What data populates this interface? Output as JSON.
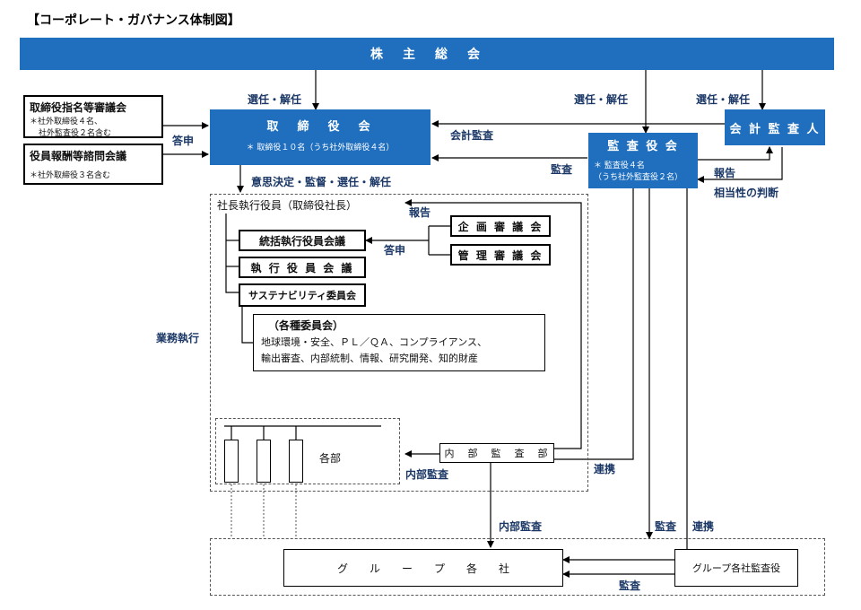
{
  "title": "【コーポレート・ガバナンス体制図】",
  "boxes": {
    "shareholders": "株　主　総　会",
    "nominating": "取締役指名等審議会",
    "nominating_note1": "＊社外取締役４名、",
    "nominating_note2": "社外監査役２名含む",
    "compensation": "役員報酬等諮問会議",
    "compensation_note": "＊社外取締役３名含む",
    "board": "取　締　役　会",
    "board_note": "＊ 取締役１０名（うち社外取締役４名）",
    "auditors": "監 査 役 会",
    "auditors_note1": "＊ 監査役４名",
    "auditors_note2": "（うち社外監査役２名）",
    "accounting_auditor": "会 計 監 査 人",
    "president": "社長執行役員（取締役社長）",
    "general_exec": "統括執行役員会議",
    "exec_officers": "執 行 役 員 会 議",
    "sustainability": "サステナビリティ委員会",
    "planning": "企 画 審 議 会",
    "management": "管 理 審 議 会",
    "committees_title": "（各種委員会）",
    "committees_line1": "地球環境・安全、ＰＬ／ＱＡ、コンプライアンス、",
    "committees_line2": "輸出審査、内部統制、情報、研究開発、知的財産",
    "departments": "各部",
    "internal_audit": "内　部　監　査　部",
    "group": "グ　　ル　　ー　　プ　　各　　社",
    "group_auditors": "グループ各社監査役"
  },
  "labels": {
    "elect1": "選任・解任",
    "elect2": "選任・解任",
    "elect3": "選任・解任",
    "report_answer": "答申",
    "accounting_audit": "会計監査",
    "audit1": "監査",
    "report1": "報告",
    "reasonableness": "相当性の判断",
    "decision": "意思決定・監督・選任・解任",
    "report2": "報告",
    "answer2": "答申",
    "business_exec": "業務執行",
    "internal_audit1": "内部監査",
    "cooperation1": "連携",
    "internal_audit2": "内部監査",
    "audit2": "監査",
    "cooperation2": "連携",
    "audit3": "監査"
  },
  "colors": {
    "box_blue": "#1f6fbe",
    "label_navy": "#1a3766"
  }
}
